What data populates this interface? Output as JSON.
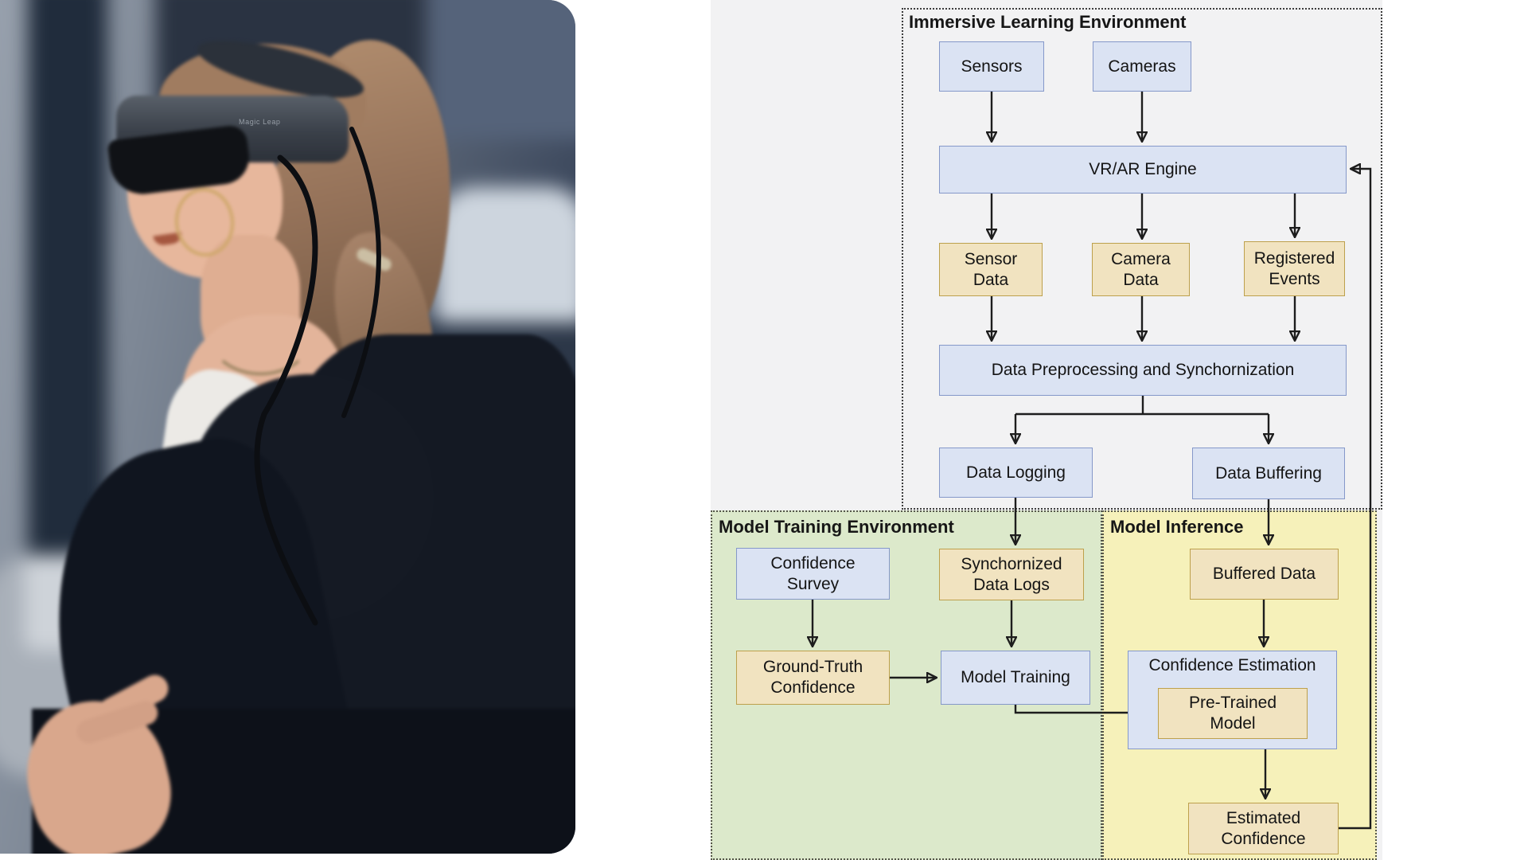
{
  "photo": {
    "description": "Side profile of a woman wearing a Magic Leap AR headset over dark sunglasses, large hoop earring, blonde ponytail, dark cardigan over white top, gesturing with one hand in a blurred office interior",
    "headset_label": "Magic Leap"
  },
  "sections": {
    "immersive_learning_environment": "Immersive Learning Environment",
    "model_training_environment": "Model Training Environment",
    "model_inference": "Model Inference"
  },
  "nodes": {
    "sensors": "Sensors",
    "cameras": "Cameras",
    "vr_ar_engine": "VR/AR Engine",
    "sensor_data": "Sensor\nData",
    "camera_data": "Camera\nData",
    "registered_events": "Registered\nEvents",
    "data_preprocessing": "Data Preprocessing and Synchornization",
    "data_logging": "Data Logging",
    "data_buffering": "Data Buffering",
    "confidence_survey": "Confidence\nSurvey",
    "synchornized_data_logs": "Synchornized\nData Logs",
    "ground_truth_confidence": "Ground-Truth\nConfidence",
    "model_training": "Model Training",
    "buffered_data": "Buffered Data",
    "confidence_estimation": "Confidence Estimation",
    "pre_trained_model": "Pre-Trained\nModel",
    "estimated_confidence": "Estimated\nConfidence"
  },
  "colors": {
    "node_blue_fill": "#dbe3f3",
    "node_blue_border": "#8598c9",
    "node_tan_fill": "#f1e3c0",
    "node_tan_border": "#bda04c",
    "training_panel_green": "#dce9cb",
    "inference_panel_yellow": "#f6f1ba",
    "figure_background_gray": "#f2f2f3",
    "arrow_black": "#1d1d1d"
  }
}
